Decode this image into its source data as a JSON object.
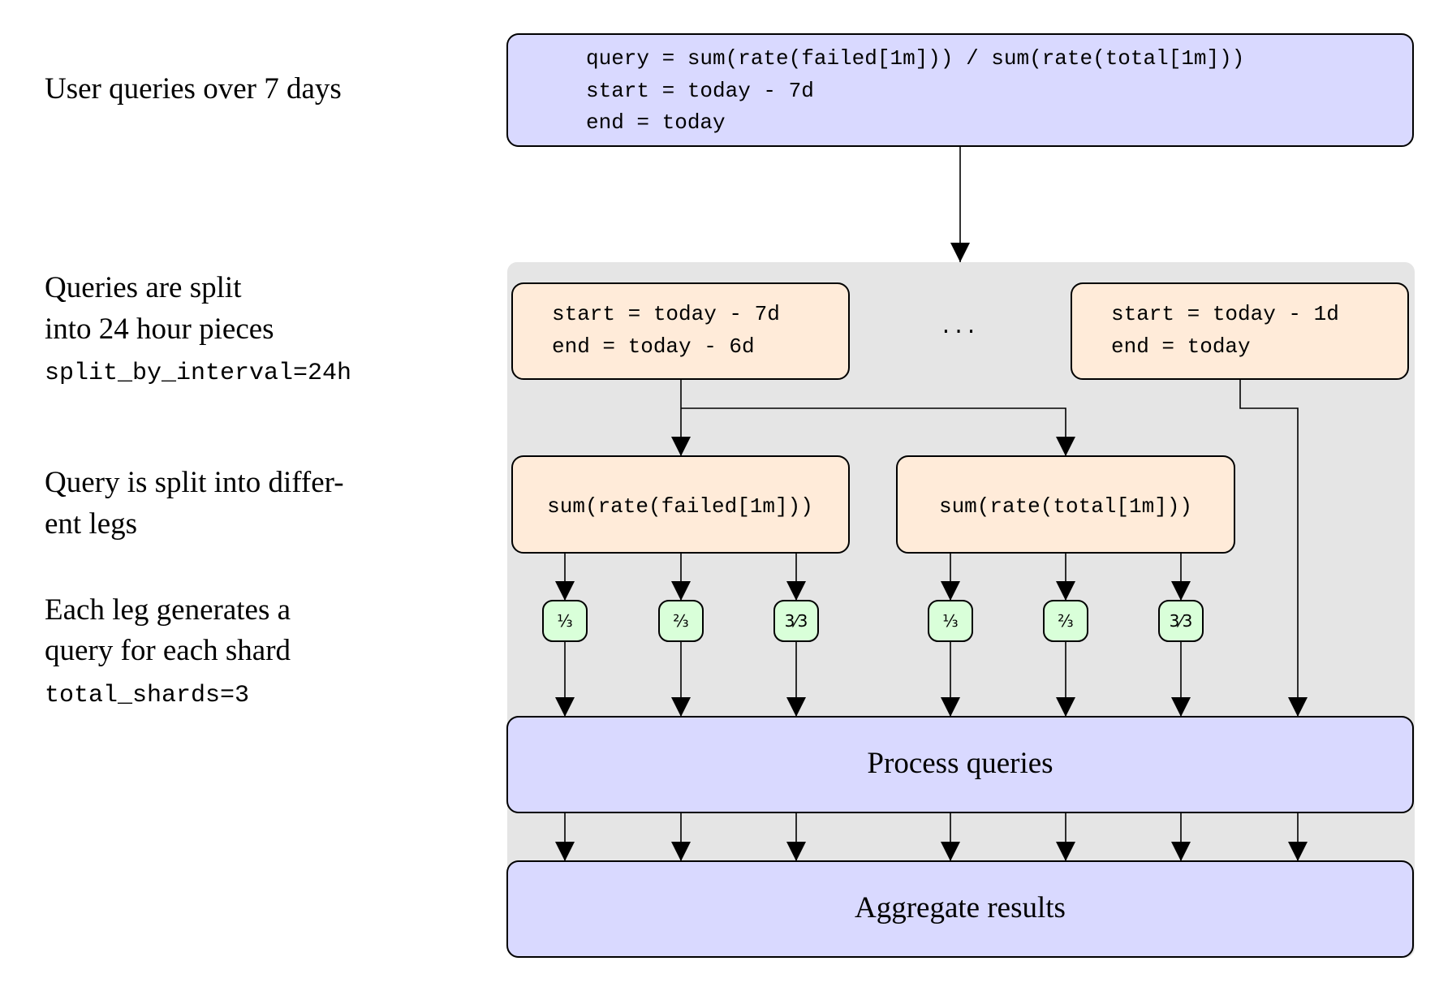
{
  "colors": {
    "blue_box": "#d9d9ff",
    "orange_box": "#ffebd9",
    "green_box": "#d9ffd9",
    "group_bg": "#e5e5e5"
  },
  "left_labels": {
    "step1": [
      "User queries over 7 days"
    ],
    "step2": [
      "Queries are split",
      "into 24 hour pieces"
    ],
    "step2_param": "split_by_interval=24h",
    "step3": [
      "Query is split into differ-",
      "ent legs"
    ],
    "step4": [
      "Each leg generates a",
      "query for each shard"
    ],
    "step4_param": "total_shards=3"
  },
  "query_box": [
    "query = sum(rate(failed[1m])) / sum(rate(total[1m]))",
    "start = today - 7d",
    "end = today"
  ],
  "interval_first": [
    "start = today - 7d",
    "end = today - 6d"
  ],
  "ellipsis": "...",
  "interval_last": [
    "start = today - 1d",
    "end = today"
  ],
  "legs": [
    "sum(rate(failed[1m]))",
    "sum(rate(total[1m]))"
  ],
  "shards": [
    "⅓",
    "⅔",
    "3⁄3",
    "⅓",
    "⅔",
    "3⁄3"
  ],
  "process_box": "Process queries",
  "aggregate_box": "Aggregate results"
}
